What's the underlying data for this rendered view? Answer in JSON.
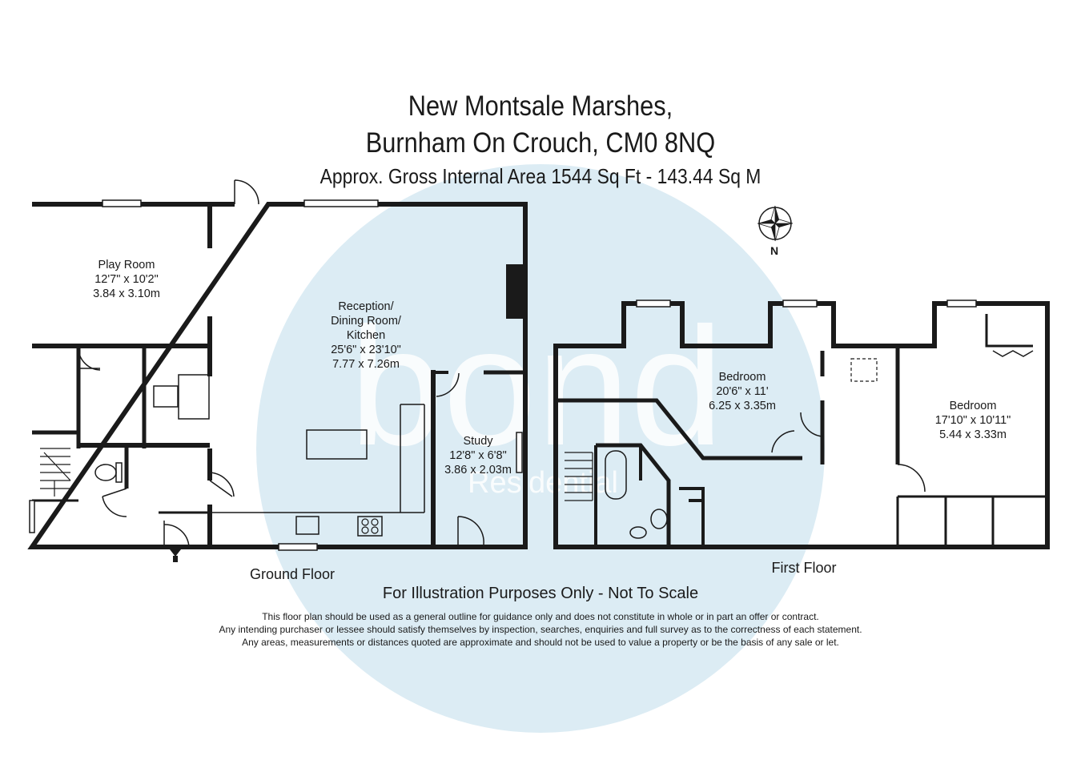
{
  "header": {
    "title_line1": "New Montsale Marshes,",
    "title_line2": "Burnham On Crouch, CM0 8NQ",
    "area": "Approx. Gross Internal Area   1544 Sq Ft  -  143.44 Sq M"
  },
  "compass": {
    "label": "N"
  },
  "watermark": {
    "brand": "bond",
    "sub": "Residential"
  },
  "rooms": {
    "play_room": {
      "name": "Play Room",
      "imperial": "12'7\" x 10'2\"",
      "metric": "3.84 x 3.10m"
    },
    "reception": {
      "name_line1": "Reception/",
      "name_line2": "Dining Room/",
      "name_line3": "Kitchen",
      "imperial": "25'6\" x 23'10\"",
      "metric": "7.77 x 7.26m"
    },
    "study": {
      "name": "Study",
      "imperial": "12'8\" x 6'8\"",
      "metric": "3.86 x 2.03m"
    },
    "bedroom1": {
      "name": "Bedroom",
      "imperial": "20'6\" x 11'",
      "metric": "6.25 x 3.35m"
    },
    "bedroom2": {
      "name": "Bedroom",
      "imperial": "17'10\" x 10'11\"",
      "metric": "5.44 x 3.33m"
    }
  },
  "floors": {
    "ground": "Ground Floor",
    "first": "First Floor"
  },
  "footer": {
    "illustration": "For Illustration Purposes Only - Not To Scale",
    "disclaimer_line1": "This floor plan should be used as a general outline for guidance only and does not constitute in whole or in part an offer or contract.",
    "disclaimer_line2": "Any intending purchaser or lessee should satisfy themselves by inspection, searches, enquiries and full survey as to the correctness of each statement.",
    "disclaimer_line3": "Any areas, measurements or distances quoted are approximate and should not be used to value a property or be the basis of any sale or let."
  },
  "colors": {
    "watermark_circle": "#dcecf4",
    "wall": "#1a1a1a",
    "fixture": "#444444"
  }
}
